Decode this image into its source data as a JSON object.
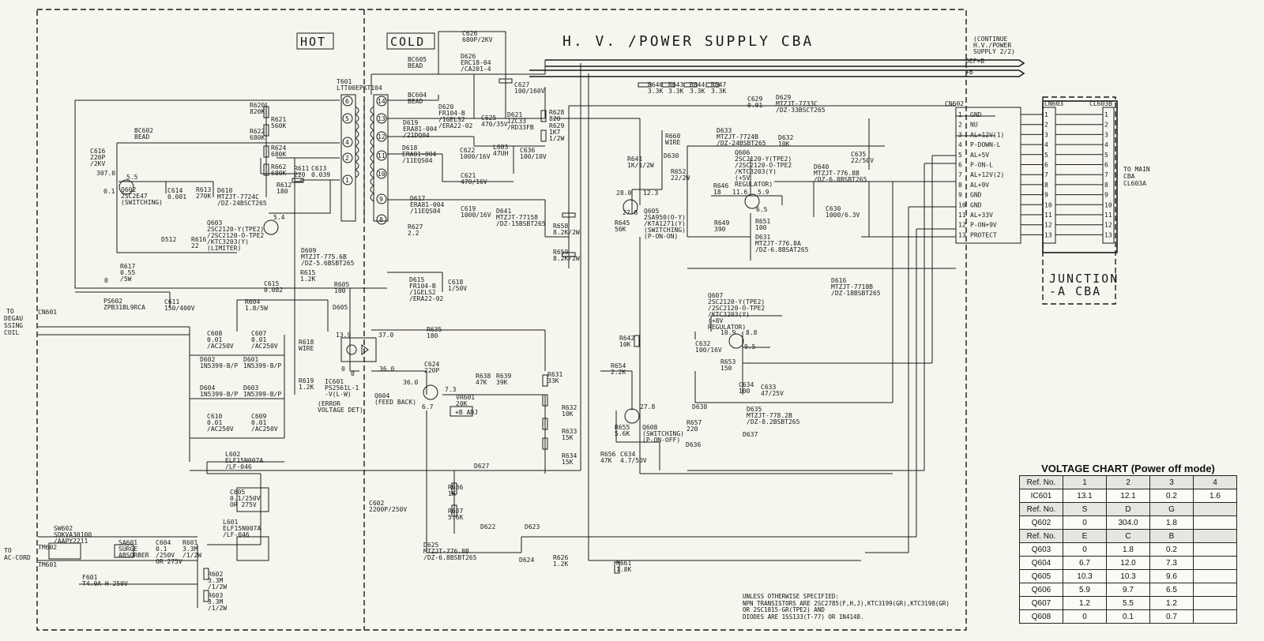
{
  "titles": {
    "hot": "HOT",
    "cold": "COLD",
    "main": "H. V. /POWER SUPPLY CBA"
  },
  "junction": {
    "line1": "JUNCTION",
    "line2": "-A CBA"
  },
  "continue_note": [
    "(CONTINUE",
    "H.V./POWER",
    "SUPPLY 2/2)"
  ],
  "rails": [
    "DEF+B",
    "+B"
  ],
  "cn602": {
    "title": "CN602",
    "pins": [
      {
        "n": "1",
        "s": "GND"
      },
      {
        "n": "2",
        "s": "NU"
      },
      {
        "n": "3",
        "s": "AL+12V(1)"
      },
      {
        "n": "4",
        "s": "P-DOWN-L"
      },
      {
        "n": "5",
        "s": "AL+5V"
      },
      {
        "n": "6",
        "s": "P-ON-L"
      },
      {
        "n": "7",
        "s": "AL+12V(2)"
      },
      {
        "n": "8",
        "s": "AL+9V"
      },
      {
        "n": "9",
        "s": "GND"
      },
      {
        "n": "10",
        "s": "GND"
      },
      {
        "n": "11",
        "s": "AL+33V"
      },
      {
        "n": "12",
        "s": "P-ON+9V"
      },
      {
        "n": "13",
        "s": "PROTECT"
      }
    ]
  },
  "cn603": "CN603",
  "cl603b": "CL603B",
  "to_main": [
    "TO MAIN",
    "CBA",
    "CL603A"
  ],
  "left_inputs": {
    "degauss": [
      "TO",
      "DEGAU",
      "SSING",
      "COIL"
    ],
    "cn601": "CN601",
    "accord": [
      "TO",
      "AC-CORD"
    ],
    "tm602": "TM602",
    "tm601": "TM601"
  },
  "labels": [
    {
      "id": "C626",
      "t": [
        "C626",
        "680P/2KV"
      ]
    },
    {
      "id": "D626",
      "t": [
        "D626",
        "ERC18-04",
        "/CA201-4"
      ]
    },
    {
      "id": "BC605",
      "t": [
        "BC605",
        "BEAD"
      ]
    },
    {
      "id": "T601",
      "t": [
        "T601",
        "LTT00EPKT104"
      ]
    },
    {
      "id": "C627",
      "t": [
        "C627",
        "100/160V"
      ]
    },
    {
      "id": "BC604",
      "t": [
        "BC604",
        "BEAD"
      ]
    },
    {
      "id": "D620",
      "t": [
        "D620",
        "FR104-B",
        "/1GELS2",
        "/ERA22-02"
      ]
    },
    {
      "id": "C625",
      "t": [
        "C625",
        "470/35V"
      ]
    },
    {
      "id": "D621",
      "t": [
        "D621",
        "1ZC33",
        "/RD33FB"
      ]
    },
    {
      "id": "R628",
      "t": [
        "R628",
        "820"
      ]
    },
    {
      "id": "R629",
      "t": [
        "R629",
        "1K7",
        "1/2W"
      ]
    },
    {
      "id": "D619",
      "t": [
        "D619",
        "ERA81-004",
        "/21DQ04"
      ]
    },
    {
      "id": "D618",
      "t": [
        "D618",
        "ERA81-004",
        "/11EQS04"
      ]
    },
    {
      "id": "C622",
      "t": [
        "C622",
        "1000/16V"
      ]
    },
    {
      "id": "L603",
      "t": [
        "L603",
        "47UH"
      ]
    },
    {
      "id": "C636",
      "t": [
        "C636",
        "100/10V"
      ]
    },
    {
      "id": "C621",
      "t": [
        "C621",
        "470/16V"
      ]
    },
    {
      "id": "D617",
      "t": [
        "D617",
        "ERA81-004",
        "/11EQS04"
      ]
    },
    {
      "id": "C619",
      "t": [
        "C619",
        "1000/16V"
      ]
    },
    {
      "id": "D641",
      "t": [
        "D641",
        "MTZJT-77158",
        "/DZ-15BSBT265"
      ]
    },
    {
      "id": "R627",
      "t": [
        "R627",
        "2.2"
      ]
    },
    {
      "id": "R658",
      "t": [
        "R658",
        "8.2K/2W"
      ]
    },
    {
      "id": "R659",
      "t": [
        "R659",
        "8.2K/2W"
      ]
    },
    {
      "id": "D615",
      "t": [
        "D615",
        "FR104-B",
        "/1GELS2",
        "/ERA22-02"
      ]
    },
    {
      "id": "C618",
      "t": [
        "C618",
        "1/50V"
      ]
    },
    {
      "id": "R620",
      "t": [
        "R620",
        "820K"
      ]
    },
    {
      "id": "R621",
      "t": [
        "R621",
        "560K"
      ]
    },
    {
      "id": "R622",
      "t": [
        "R622",
        "680K"
      ]
    },
    {
      "id": "R624",
      "t": [
        "R624",
        "680K"
      ]
    },
    {
      "id": "R662",
      "t": [
        "R662",
        "680K"
      ]
    },
    {
      "id": "BC602",
      "t": [
        "BC602",
        "BEAD"
      ]
    },
    {
      "id": "C616",
      "t": [
        "C616",
        "220P",
        "/2KV"
      ]
    },
    {
      "id": "R611",
      "t": [
        "R611",
        "220"
      ]
    },
    {
      "id": "C613",
      "t": [
        "C613",
        "0.039"
      ]
    },
    {
      "id": "R612",
      "t": [
        "R612",
        "180"
      ]
    },
    {
      "id": "Q602",
      "t": [
        "Q602",
        "2SC2E47",
        "(SWITCHING)"
      ]
    },
    {
      "id": "C614",
      "t": [
        "C614",
        "0.001"
      ]
    },
    {
      "id": "R613",
      "t": [
        "R613",
        "270K"
      ]
    },
    {
      "id": "D610",
      "t": [
        "D610",
        "MTZJT-7724C",
        "/DZ-24BSCT265"
      ]
    },
    {
      "id": "Q603",
      "t": [
        "Q603",
        "2SC2120-Y(TPE2)",
        "/2SC2120-O-TPE2",
        "/KTC3203(Y)",
        "(LIMITER)"
      ]
    },
    {
      "id": "D512",
      "t": [
        "D512"
      ]
    },
    {
      "id": "R616",
      "t": [
        "R616",
        "22"
      ]
    },
    {
      "id": "R617",
      "t": [
        "R617",
        "0.55",
        "/5W"
      ]
    },
    {
      "id": "D609",
      "t": [
        "D609",
        "MTZJT-775.6B",
        "/DZ-5.6BSBT265"
      ]
    },
    {
      "id": "R615",
      "t": [
        "R615",
        "1.2K"
      ]
    },
    {
      "id": "C615",
      "t": [
        "C615",
        "0.082"
      ]
    },
    {
      "id": "R605",
      "t": [
        "R605",
        "100"
      ]
    },
    {
      "id": "D605",
      "t": [
        "D605"
      ]
    },
    {
      "id": "C611",
      "t": [
        "C611",
        "150/400V"
      ]
    },
    {
      "id": "R604",
      "t": [
        "R604",
        "1.8/5W"
      ]
    },
    {
      "id": "PS602",
      "t": [
        "PS602",
        "ZPB31BL9RCA"
      ]
    },
    {
      "id": "C608",
      "t": [
        "C608",
        "0.01",
        "/AC250V"
      ]
    },
    {
      "id": "C607",
      "t": [
        "C607",
        "0.01",
        "/AC250V"
      ]
    },
    {
      "id": "D602",
      "t": [
        "D602",
        "1N5399-B/P"
      ]
    },
    {
      "id": "D601",
      "t": [
        "D601",
        "1N5399-B/P"
      ]
    },
    {
      "id": "D604",
      "t": [
        "D604",
        "1N5399-B/P"
      ]
    },
    {
      "id": "D603",
      "t": [
        "D603",
        "1N5399-B/P"
      ]
    },
    {
      "id": "C610",
      "t": [
        "C610",
        "0.01",
        "/AC250V"
      ]
    },
    {
      "id": "C609",
      "t": [
        "C609",
        "0.01",
        "/AC250V"
      ]
    },
    {
      "id": "L602",
      "t": [
        "L602",
        "ELF15N007A",
        "/LF-046"
      ]
    },
    {
      "id": "C605",
      "t": [
        "C605",
        "0.1/250V",
        "OR 275V"
      ]
    },
    {
      "id": "L601",
      "t": [
        "L601",
        "ELF15N007A",
        "/LF-046"
      ]
    },
    {
      "id": "SW602",
      "t": [
        "SW602",
        "SDKVA30100",
        "/AAPY2211"
      ]
    },
    {
      "id": "SA601",
      "t": [
        "SA601",
        "SURGE",
        "ABSORBER"
      ]
    },
    {
      "id": "C604",
      "t": [
        "C604",
        "0.1",
        "/250V",
        "OR 275V"
      ]
    },
    {
      "id": "R601",
      "t": [
        "R601",
        "3.3M",
        "/1/2W"
      ]
    },
    {
      "id": "R602",
      "t": [
        "R602",
        "3.3M",
        "/1/2W"
      ]
    },
    {
      "id": "R603",
      "t": [
        "R603",
        "3.3M",
        "/1/2W"
      ]
    },
    {
      "id": "F601",
      "t": [
        "F601",
        "T4.0A H 250V"
      ]
    },
    {
      "id": "R618",
      "t": [
        "R618",
        "WIRE"
      ]
    },
    {
      "id": "R619",
      "t": [
        "R619",
        "1.2K"
      ]
    },
    {
      "id": "IC601",
      "t": [
        "IC601",
        "PS2561L-1",
        "-V(L-W)"
      ]
    },
    {
      "id": "ERRV",
      "t": [
        "(ERROR",
        "VOLTAGE DET)"
      ]
    },
    {
      "id": "Q604",
      "t": [
        "Q604",
        "(FEED BACK)"
      ]
    },
    {
      "id": "R635",
      "t": [
        "R635",
        "180"
      ]
    },
    {
      "id": "C624",
      "t": [
        "C624",
        "220P"
      ]
    },
    {
      "id": "R638",
      "t": [
        "R638",
        "47K"
      ]
    },
    {
      "id": "R639",
      "t": [
        "R639",
        "39K"
      ]
    },
    {
      "id": "VR601",
      "t": [
        "VR601",
        "20K"
      ]
    },
    {
      "id": "BADJ",
      "t": [
        "+B ADJ"
      ]
    },
    {
      "id": "R631",
      "t": [
        "R631",
        "33K"
      ]
    },
    {
      "id": "R632",
      "t": [
        "R632",
        "10K"
      ]
    },
    {
      "id": "R633",
      "t": [
        "R633",
        "15K"
      ]
    },
    {
      "id": "R634",
      "t": [
        "R634",
        "15K"
      ]
    },
    {
      "id": "D627",
      "t": [
        "D627"
      ]
    },
    {
      "id": "R636",
      "t": [
        "R636",
        "1K"
      ]
    },
    {
      "id": "R637",
      "t": [
        "R637",
        "5.6K"
      ]
    },
    {
      "id": "C602",
      "t": [
        "C602",
        "2200P/250V"
      ]
    },
    {
      "id": "D622",
      "t": [
        "D622"
      ]
    },
    {
      "id": "D623",
      "t": [
        "D623"
      ]
    },
    {
      "id": "D625",
      "t": [
        "D625",
        "MTZJT-776.8B",
        "/DZ-6.8BSBT265"
      ]
    },
    {
      "id": "D624",
      "t": [
        "D624"
      ]
    },
    {
      "id": "R626",
      "t": [
        "R626",
        "1.2K"
      ]
    },
    {
      "id": "R661",
      "t": [
        "R661",
        "1.8K"
      ]
    },
    {
      "id": "R640",
      "t": [
        "R640",
        "3.3K"
      ]
    },
    {
      "id": "R643",
      "t": [
        "R643",
        "3.3K"
      ]
    },
    {
      "id": "R644",
      "t": [
        "R644",
        "3.3K"
      ]
    },
    {
      "id": "R647",
      "t": [
        "R647",
        "3.3K"
      ]
    },
    {
      "id": "C629",
      "t": [
        "C629",
        "0.01"
      ]
    },
    {
      "id": "D629",
      "t": [
        "D629",
        "MTZJT-7733C",
        "/DZ-33BSCT265"
      ]
    },
    {
      "id": "R660",
      "t": [
        "R660",
        "WIRE"
      ]
    },
    {
      "id": "D633",
      "t": [
        "D633",
        "MTZJT-7724B",
        "/DZ-24BSBT265"
      ]
    },
    {
      "id": "D632",
      "t": [
        "D632",
        "10K"
      ]
    },
    {
      "id": "R641",
      "t": [
        "R641",
        "1K/1/2W"
      ]
    },
    {
      "id": "D630",
      "t": [
        "D630"
      ]
    },
    {
      "id": "R652",
      "t": [
        "R652",
        "22/2W"
      ]
    },
    {
      "id": "Q606",
      "t": [
        "Q606",
        "2SC2120-Y(TPE2)",
        "/2SC2120-O-TPE2",
        "/KTC3203(Y)",
        "(+5V",
        "REGULATOR)"
      ]
    },
    {
      "id": "C635",
      "t": [
        "C635",
        "22/50V"
      ]
    },
    {
      "id": "D640",
      "t": [
        "D640",
        "MTZJT-776.8B",
        "/DZ-6.8BSBT265"
      ]
    },
    {
      "id": "R646",
      "t": [
        "R646",
        "18"
      ]
    },
    {
      "id": "Q605",
      "t": [
        "Q605",
        "2SA950(O-Y)",
        "/KTA1271(Y)",
        "(SWITCHING)",
        "(P-ON-ON)"
      ]
    },
    {
      "id": "R645",
      "t": [
        "R645",
        "56K"
      ]
    },
    {
      "id": "R649",
      "t": [
        "R649",
        "390"
      ]
    },
    {
      "id": "R651",
      "t": [
        "R651",
        "100"
      ]
    },
    {
      "id": "D631",
      "t": [
        "D631",
        "MTZJT-776.8A",
        "/DZ-6.8BSAT265"
      ]
    },
    {
      "id": "C630",
      "t": [
        "C630",
        "1000/6.3V"
      ]
    },
    {
      "id": "D616",
      "t": [
        "D616",
        "MTZJT-7718B",
        "/DZ-18BSBT265"
      ]
    },
    {
      "id": "Q607",
      "t": [
        "Q607",
        "2SC2120-Y(TPE2)",
        "/2SC2120-O-TPE2",
        "/KTC3203(Y)",
        "(+8V",
        "REGULATOR)"
      ]
    },
    {
      "id": "R642",
      "t": [
        "R642",
        "10K"
      ]
    },
    {
      "id": "C632",
      "t": [
        "C632",
        "100/16V"
      ]
    },
    {
      "id": "R654",
      "t": [
        "R654",
        "2.2K"
      ]
    },
    {
      "id": "R653",
      "t": [
        "R653",
        "150"
      ]
    },
    {
      "id": "C634",
      "t": [
        "C634",
        "100"
      ]
    },
    {
      "id": "C633",
      "t": [
        "C633",
        "47/25V"
      ]
    },
    {
      "id": "D638",
      "t": [
        "D638"
      ]
    },
    {
      "id": "D635",
      "t": [
        "D635",
        "MTZJT-778.2B",
        "/DZ-8.2BSBT265"
      ]
    },
    {
      "id": "D637",
      "t": [
        "D637"
      ]
    },
    {
      "id": "R655",
      "t": [
        "R655",
        "5.6K"
      ]
    },
    {
      "id": "Q608",
      "t": [
        "Q608",
        "(SWITCHING)",
        "(P-ON-OFF)"
      ]
    },
    {
      "id": "R657",
      "t": [
        "R657",
        "220"
      ]
    },
    {
      "id": "D636",
      "t": [
        "D636"
      ]
    },
    {
      "id": "R656",
      "t": [
        "R656",
        "47K"
      ]
    },
    {
      "id": "C634b",
      "t": [
        "C634",
        "4.7/50V"
      ]
    }
  ],
  "voltages": [
    {
      "id": "v1",
      "t": "307.0"
    },
    {
      "id": "v2",
      "t": "5.5"
    },
    {
      "id": "v3",
      "t": "0.1"
    },
    {
      "id": "v4",
      "t": "5.4"
    },
    {
      "id": "v5",
      "t": "13.9"
    },
    {
      "id": "v6",
      "t": "37.0"
    },
    {
      "id": "v7",
      "t": "0"
    },
    {
      "id": "v8",
      "t": "36.0"
    },
    {
      "id": "v9",
      "t": "36.0"
    },
    {
      "id": "v10",
      "t": "7.3"
    },
    {
      "id": "v11",
      "t": "6.7"
    },
    {
      "id": "v12",
      "t": "28.0"
    },
    {
      "id": "v13",
      "t": "12.3"
    },
    {
      "id": "v14",
      "t": "27.8"
    },
    {
      "id": "v15",
      "t": "11.6"
    },
    {
      "id": "v16",
      "t": "5.9"
    },
    {
      "id": "v17",
      "t": "6.5"
    },
    {
      "id": "v18",
      "t": "10.9"
    },
    {
      "id": "v19",
      "t": "8.8"
    },
    {
      "id": "v20",
      "t": "9.5"
    },
    {
      "id": "v21",
      "t": "27.8"
    },
    {
      "id": "v22",
      "t": "0"
    },
    {
      "id": "v23",
      "t": "0"
    }
  ],
  "pin_numbers": [
    "6",
    "5",
    "4",
    "2",
    "1",
    "14",
    "13",
    "12",
    "11",
    "10",
    "9",
    "8"
  ],
  "voltage_chart": {
    "title": "VOLTAGE CHART (Power off mode)",
    "rows": [
      {
        "hdr": true,
        "c": [
          "Ref. No.",
          "1",
          "2",
          "3",
          "4"
        ]
      },
      {
        "hdr": false,
        "c": [
          "IC601",
          "13.1",
          "12.1",
          "0.2",
          "1.6"
        ]
      },
      {
        "hdr": true,
        "c": [
          "Ref. No.",
          "S",
          "D",
          "G",
          ""
        ]
      },
      {
        "hdr": false,
        "c": [
          "Q602",
          "0",
          "304.0",
          "1.8",
          ""
        ]
      },
      {
        "hdr": true,
        "c": [
          "Ref. No.",
          "E",
          "C",
          "B",
          ""
        ]
      },
      {
        "hdr": false,
        "c": [
          "Q603",
          "0",
          "1.8",
          "0.2",
          ""
        ]
      },
      {
        "hdr": false,
        "c": [
          "Q604",
          "6.7",
          "12.0",
          "7.3",
          ""
        ]
      },
      {
        "hdr": false,
        "c": [
          "Q605",
          "10.3",
          "10.3",
          "9.6",
          ""
        ]
      },
      {
        "hdr": false,
        "c": [
          "Q606",
          "5.9",
          "9.7",
          "6.5",
          ""
        ]
      },
      {
        "hdr": false,
        "c": [
          "Q607",
          "1.2",
          "5.5",
          "1.2",
          ""
        ]
      },
      {
        "hdr": false,
        "c": [
          "Q608",
          "0",
          "0.1",
          "0.7",
          ""
        ]
      }
    ]
  },
  "notes": [
    "UNLESS OTHERWISE SPECIFIED:",
    "NPN TRANSISTORS ARE 2SC2785(F,H,J),KTC3199(GR),KTC3198(GR)",
    "OR 2SC1815-GR(TPE2) AND",
    "DIODES ARE 1SS133(T-77) OR 1N4148."
  ]
}
